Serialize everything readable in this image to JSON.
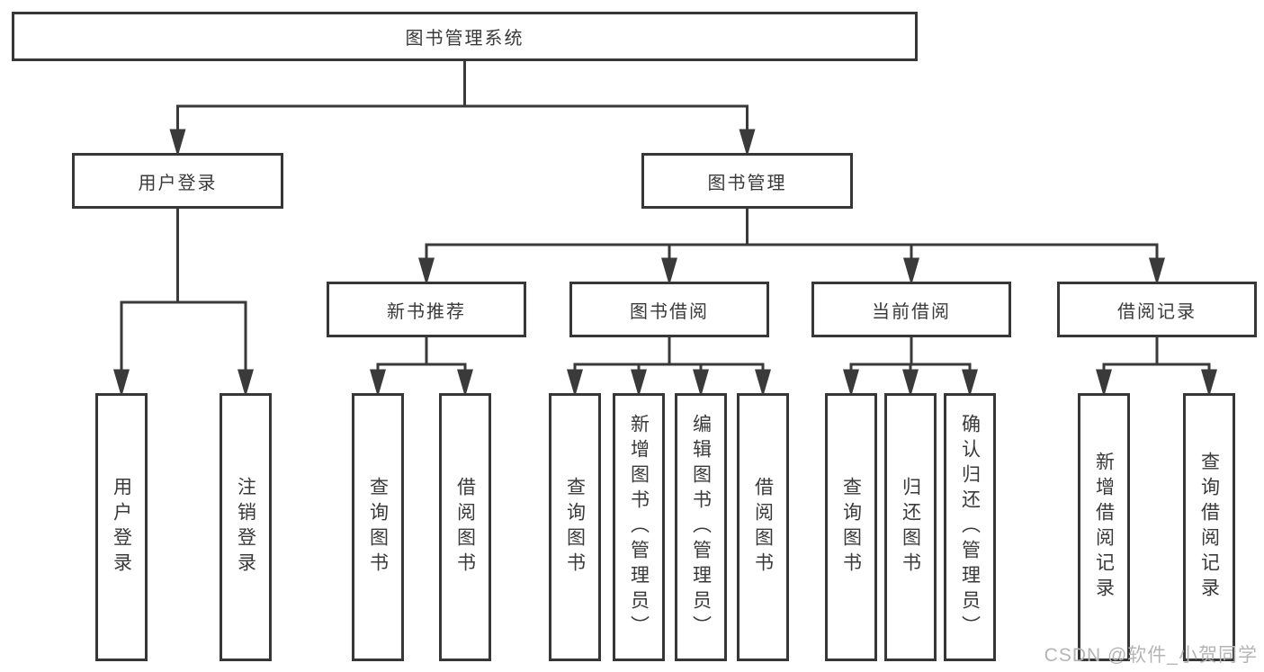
{
  "tree": {
    "root": {
      "label": "图书管理系统",
      "children": [
        {
          "label": "用户登录",
          "children": [
            {
              "label": "用户登录"
            },
            {
              "label": "注销登录"
            }
          ]
        },
        {
          "label": "图书管理",
          "children": [
            {
              "label": "新书推荐",
              "children": [
                {
                  "label": "查询图书"
                },
                {
                  "label": "借阅图书"
                }
              ]
            },
            {
              "label": "图书借阅",
              "children": [
                {
                  "label": "查询图书"
                },
                {
                  "label": "新增图书（管理员）"
                },
                {
                  "label": "编辑图书（管理员）"
                },
                {
                  "label": "借阅图书"
                }
              ]
            },
            {
              "label": "当前借阅",
              "children": [
                {
                  "label": "查询图书"
                },
                {
                  "label": "归还图书"
                },
                {
                  "label": "确认归还（管理员）"
                }
              ]
            },
            {
              "label": "借阅记录",
              "children": [
                {
                  "label": "新增借阅记录"
                },
                {
                  "label": "查询借阅记录"
                }
              ]
            }
          ]
        }
      ]
    }
  },
  "watermark": {
    "text": "CSDN @软件_小贺同学"
  },
  "colors": {
    "line": "#3a3a3a",
    "box_border": "#373737",
    "text": "#3a3a3a",
    "watermark": "#b5b5b5",
    "background": "#ffffff"
  }
}
